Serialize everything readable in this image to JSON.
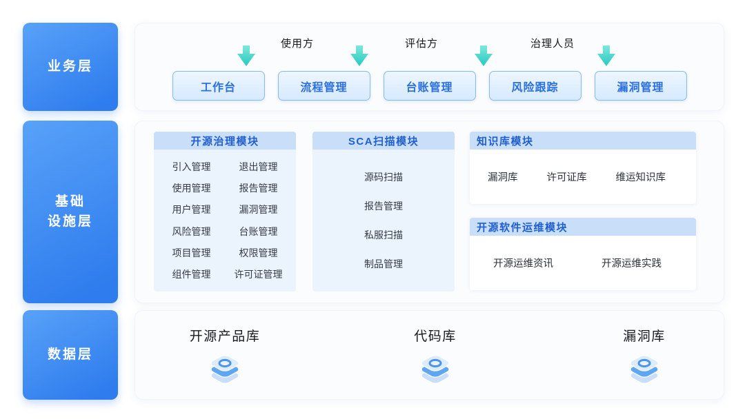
{
  "layers": [
    {
      "label": "业务层"
    },
    {
      "label_line1": "基础",
      "label_line2": "设施层"
    },
    {
      "label": "数据层"
    }
  ],
  "business": {
    "roles": [
      "使用方",
      "评估方",
      "治理人员"
    ],
    "buttons": [
      "工作台",
      "流程管理",
      "台账管理",
      "风险跟踪",
      "漏洞管理"
    ]
  },
  "infrastructure": {
    "governance": {
      "title": "开源治理模块",
      "items": [
        "引入管理",
        "退出管理",
        "使用管理",
        "报告管理",
        "用户管理",
        "漏洞管理",
        "风险管理",
        "台账管理",
        "项目管理",
        "权限管理",
        "组件管理",
        "许可证管理"
      ]
    },
    "sca": {
      "title": "SCA扫描模块",
      "items": [
        "源码扫描",
        "报告管理",
        "私服扫描",
        "制品管理"
      ]
    },
    "knowledge": {
      "title": "知识库模块",
      "items": [
        "漏洞库",
        "许可证库",
        "维运知识库"
      ]
    },
    "ops": {
      "title": "开源软件运维模块",
      "items": [
        "开源运维资讯",
        "开源运维实践"
      ]
    }
  },
  "data_layer": {
    "items": [
      "开源产品库",
      "代码库",
      "漏洞库"
    ]
  },
  "colors": {
    "layer_pill_blue": "#3b87f3",
    "arrow_teal": "#2fcdc5",
    "module_header_bg": "#c9def8",
    "module_header_text": "#1f5fd0",
    "button_blue": "#2a6fe3"
  }
}
